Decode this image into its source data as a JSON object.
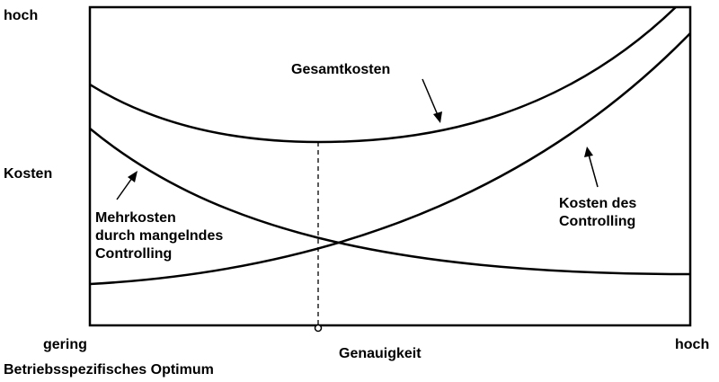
{
  "y_axis": {
    "top_label": "hoch",
    "label": "Kosten"
  },
  "x_axis": {
    "left_label": "gering",
    "right_label": "hoch",
    "label": "Genauigkeit"
  },
  "optimum_label": "Betriebsspezifisches Optimum",
  "curves": {
    "gesamtkosten": {
      "label": "Gesamtkosten"
    },
    "mehrkosten": {
      "label_lines": [
        "Mehrkosten",
        "durch mangelndes",
        "Controlling"
      ]
    },
    "controlling": {
      "label_lines": [
        "Kosten des",
        "Controlling"
      ]
    }
  }
}
